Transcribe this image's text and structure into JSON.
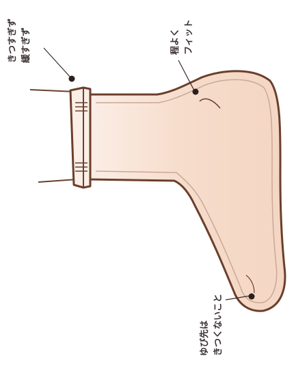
{
  "labels": {
    "cuff": {
      "line1": "きつすぎず",
      "line2": "緩すぎず"
    },
    "fit": {
      "line1": "程よく",
      "line2": "フィット"
    },
    "toe": {
      "line1": "ゆび先は",
      "line2": "きつくないこと"
    }
  },
  "colors": {
    "outline": "#6b3f2c",
    "sock_fill": "#f6dccb",
    "sock_fill_light": "#fbeee6",
    "marker": "#2a1f1c",
    "leader_line": "#3a2a25"
  }
}
